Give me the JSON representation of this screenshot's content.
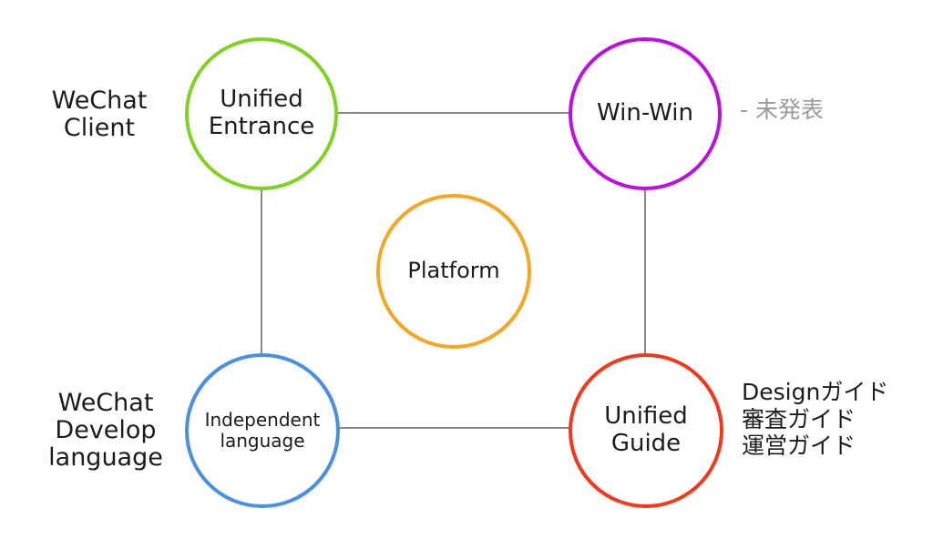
{
  "nodes": {
    "unified_entrance": {
      "label": "Unified\nEntrance",
      "color": "#7ed321"
    },
    "win_win": {
      "label": "Win-Win",
      "color": "#bd10e0"
    },
    "platform": {
      "label": "Platform",
      "color": "#f5a623"
    },
    "independent_language": {
      "label": "Independent\nlanguage",
      "color": "#4a90e2"
    },
    "unified_guide": {
      "label": "Unified\nGuide",
      "color": "#f2391c"
    }
  },
  "annotations": {
    "wechat_client": "WeChat\nClient",
    "wechat_develop_language": "WeChat\nDevelop\nlanguage",
    "unreleased_note": "- 未発表",
    "guides": [
      "Designガイド",
      "審査ガイド",
      "運営ガイド"
    ]
  },
  "colors": {
    "connector": "#888888",
    "note_gray": "#9b9b9b"
  }
}
